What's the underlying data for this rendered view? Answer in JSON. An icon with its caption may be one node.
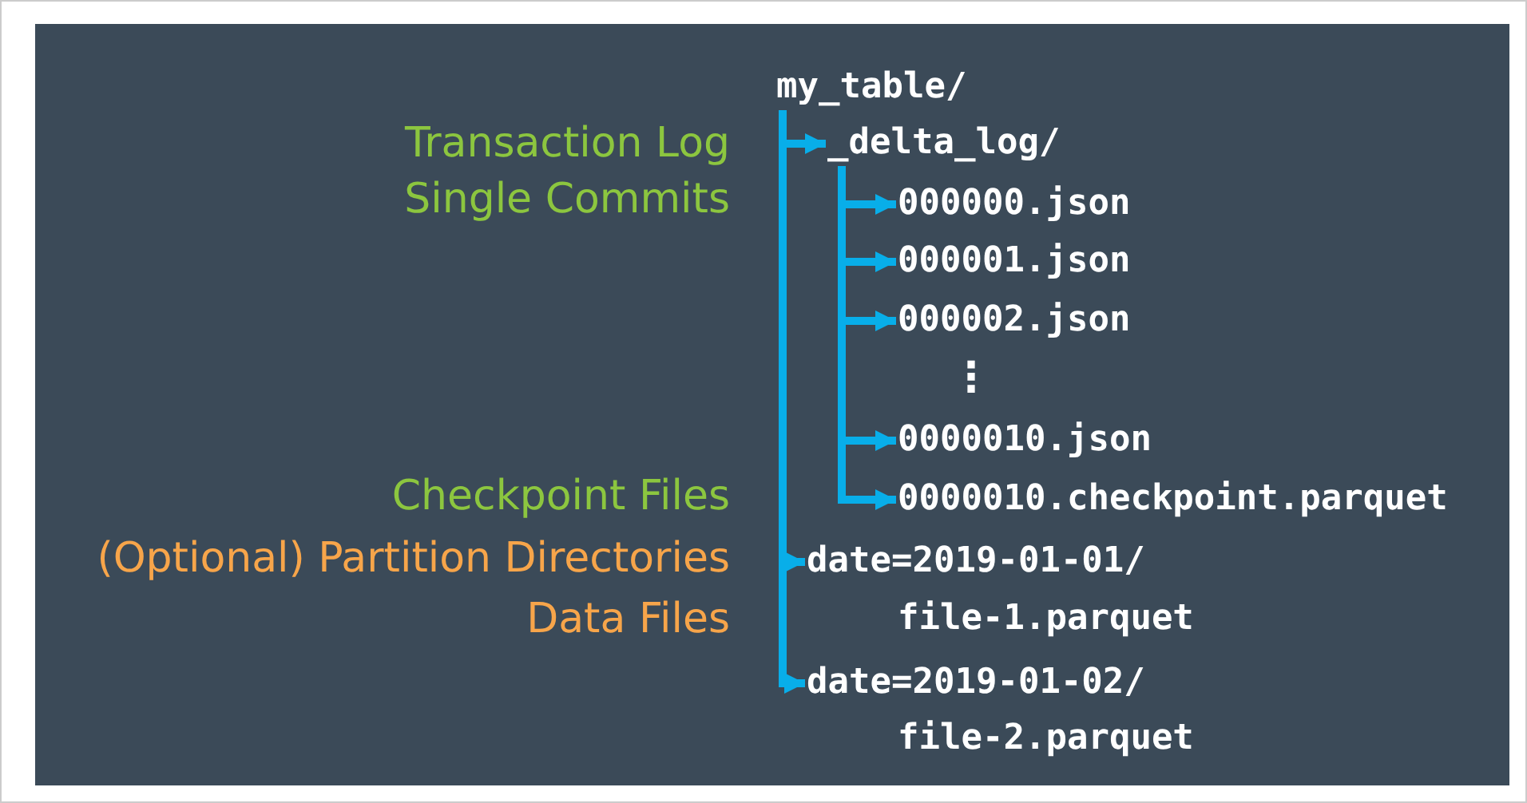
{
  "diagram": {
    "nodes": [
      {
        "text": [
          "my_table/"
        ]
      },
      {
        "text": [
          "_delta_log/"
        ]
      },
      {
        "text": [
          "000000.json"
        ]
      },
      {
        "text": [
          "000001.json"
        ]
      },
      {
        "text": [
          "000002.json"
        ]
      },
      {
        "text": [
          "0000010.json"
        ]
      },
      {
        "text": [
          "0000010.checkpoint.parquet"
        ]
      },
      {
        "text": [
          "date=2019-01-01/"
        ]
      },
      {
        "text": [
          "file-1.parquet"
        ]
      },
      {
        "text": [
          "date=2019-01-02/"
        ]
      },
      {
        "text": [
          "file-2.parquet"
        ]
      }
    ],
    "edges": [
      {
        "from": 0,
        "to": 1,
        "arrow": "to"
      },
      {
        "from": 1,
        "to": 2,
        "arrow": "to"
      },
      {
        "from": 1,
        "to": 3,
        "arrow": "to"
      },
      {
        "from": 1,
        "to": 4,
        "arrow": "to"
      },
      {
        "from": 1,
        "to": 5,
        "arrow": "to"
      },
      {
        "from": 1,
        "to": 6,
        "arrow": "to"
      },
      {
        "from": 0,
        "to": 7,
        "arrow": "to"
      },
      {
        "from": 0,
        "to": 9,
        "arrow": "to"
      }
    ],
    "labels": [
      "Transaction Log",
      "Single Commits",
      "⋮",
      "Checkpoint Files",
      "(Optional) Partition Directories",
      "Data Files"
    ]
  }
}
